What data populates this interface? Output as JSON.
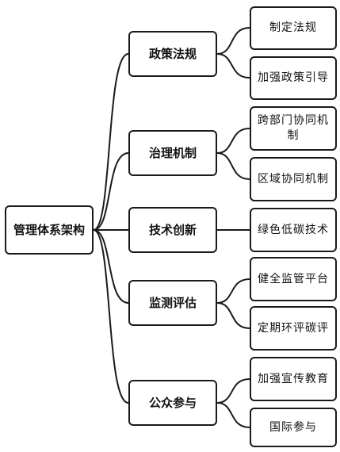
{
  "root": {
    "label": "管理体系架构"
  },
  "categories": [
    {
      "label": "政策法规",
      "items": [
        "制定法规",
        "加强政策引导"
      ]
    },
    {
      "label": "治理机制",
      "items": [
        "跨部门协同机制",
        "区域协同机制"
      ]
    },
    {
      "label": "技术创新",
      "items": [
        "绿色低碳技术"
      ]
    },
    {
      "label": "监测评估",
      "items": [
        "健全监管平台",
        "定期环评碳评"
      ]
    },
    {
      "label": "公众参与",
      "items": [
        "加强宣传教育",
        "国际参与"
      ]
    }
  ],
  "style": {
    "line_color": "#1a1a1a",
    "border_color": "#1a1a1a"
  }
}
